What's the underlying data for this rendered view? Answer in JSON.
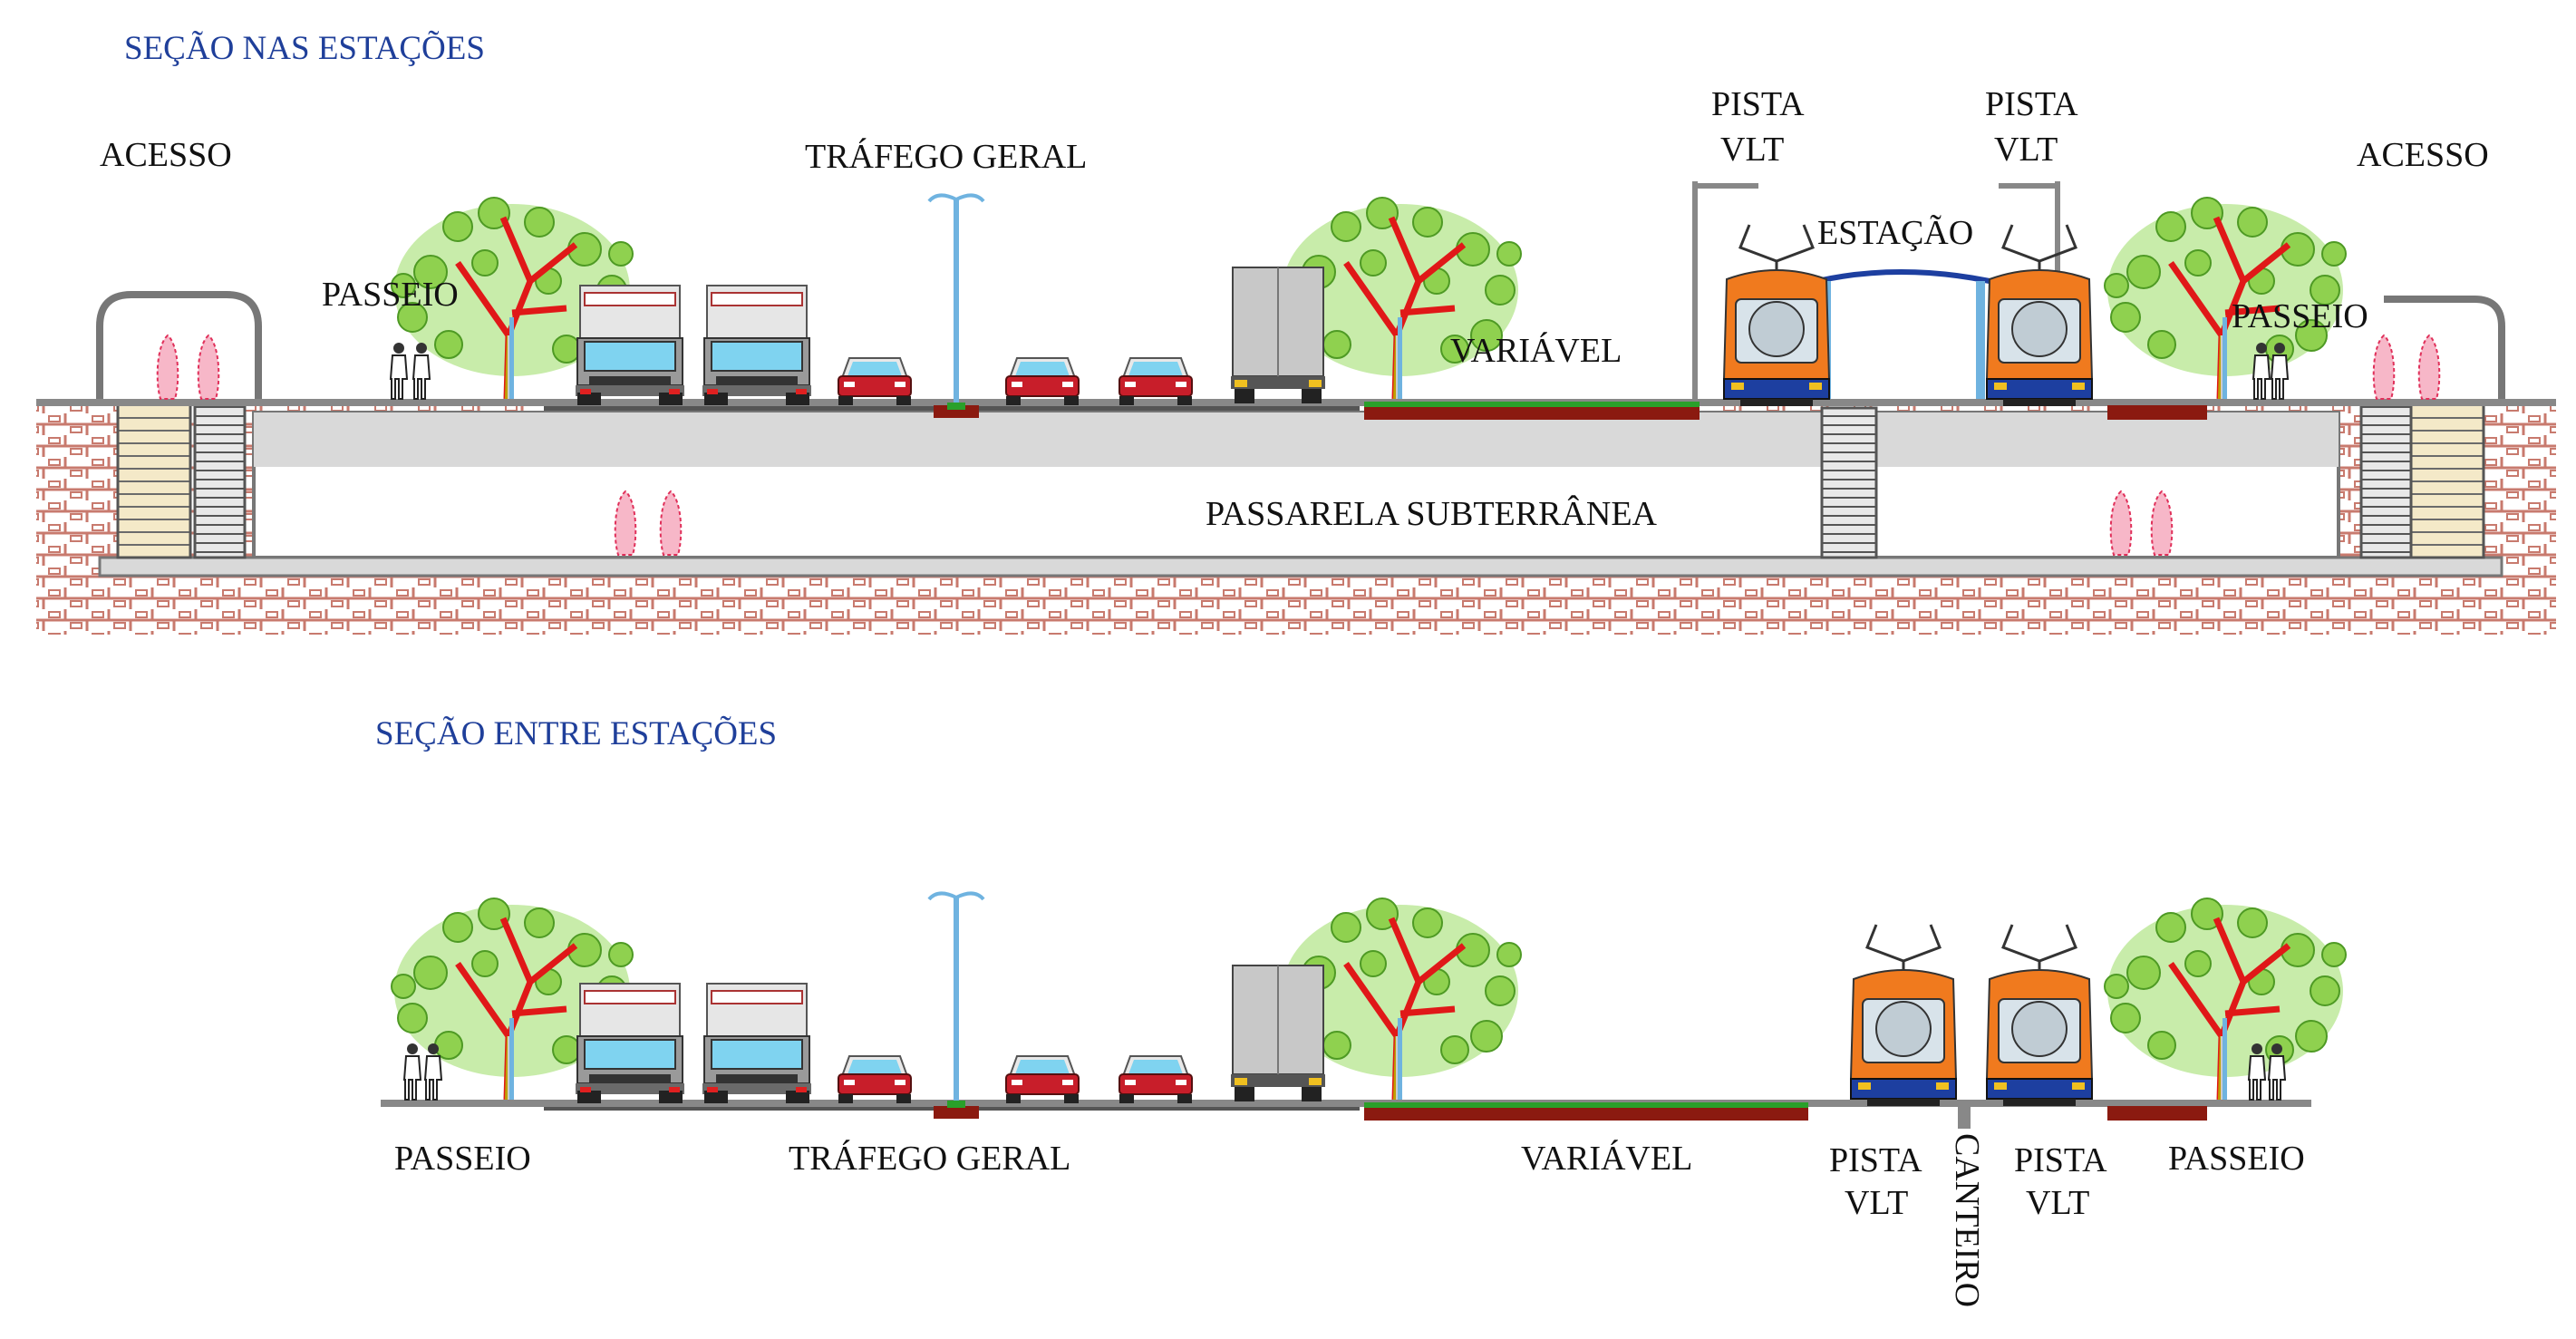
{
  "colors": {
    "title": "#1f3f9a",
    "tree_trunk": "#d0d0d0",
    "tree_branch": "#e01818",
    "foliage": "#8fd14f",
    "brick": "#c87a6e",
    "median": "#8b1a10",
    "vlt_orange": "#f07a1e",
    "vlt_blue": "#1d3fa0",
    "truck_cab": "#7fd3f0",
    "car_red": "#c81e2a",
    "tunnel_gray": "#d9d9d9",
    "pole_blue": "#6fb3e0",
    "people_pink": "#f06a8a"
  },
  "section_station": {
    "title": "SEÇÃO NAS ESTAÇÕES",
    "acesso_left": "ACESSO",
    "acesso_right": "ACESSO",
    "passeio_left": "PASSEIO",
    "passeio_right": "PASSEIO",
    "trafego": "TRÁFEGO GERAL",
    "variavel": "VARIÁVEL",
    "pista_left_1": "PISTA",
    "pista_left_2": "VLT",
    "pista_right_1": "PISTA",
    "pista_right_2": "VLT",
    "estacao": "ESTAÇÃO",
    "passarela": "PASSARELA SUBTERRÂNEA"
  },
  "section_between": {
    "title": "SEÇÃO ENTRE ESTAÇÕES",
    "passeio_left": "PASSEIO",
    "passeio_right": "PASSEIO",
    "trafego": "TRÁFEGO GERAL",
    "variavel": "VARIÁVEL",
    "pista_left_1": "PISTA",
    "pista_left_2": "VLT",
    "pista_right_1": "PISTA",
    "pista_right_2": "VLT",
    "canteiro": "CANTEIRO"
  },
  "icons": [
    "tree-icon",
    "truck-icon",
    "car-icon",
    "streetlight-icon",
    "vlt-train-icon",
    "pedestrian-icon",
    "stairs-icon",
    "station-canopy-icon"
  ]
}
